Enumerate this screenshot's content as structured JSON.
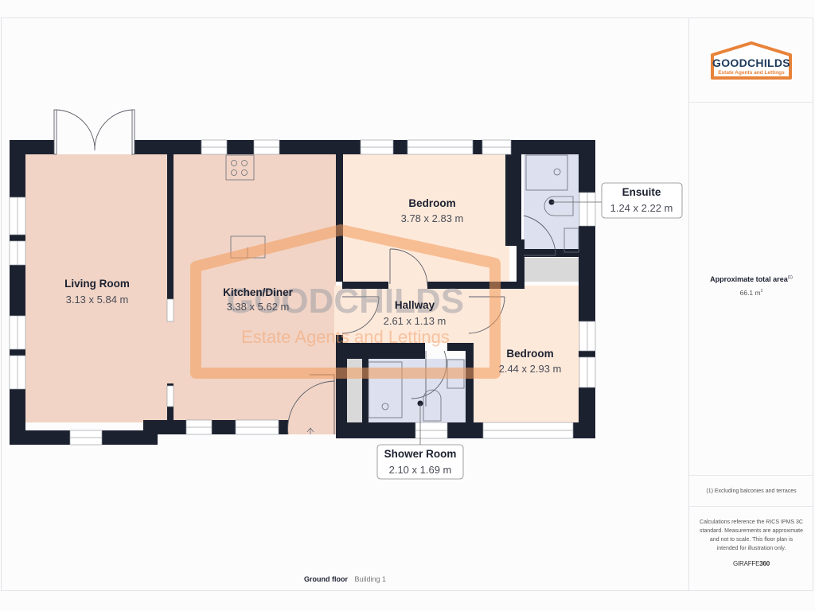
{
  "brand": {
    "name": "GOODCHILDS",
    "tagline": "Estate Agents and Lettings",
    "primary_color": "#1e3a5c",
    "accent_color": "#e8833a"
  },
  "summary": {
    "area_title": "Approximate total area",
    "area_footnote_marker": "(1)",
    "area_value": "66.1 m",
    "area_unit_sup": "2",
    "footnote": "(1) Excluding balconies and terraces",
    "disclaimer": "Calculations reference the RICS IPMS 3C standard. Measurements are approximate and not to scale. This floor plan is intended for illustration only.",
    "provider_prefix": "GIRAFFE",
    "provider_suffix": "360"
  },
  "floor": {
    "name": "Ground floor",
    "building": "Building 1"
  },
  "rooms": [
    {
      "name": "Living Room",
      "dims": "3.13 x 5.84 m"
    },
    {
      "name": "Kitchen/Diner",
      "dims": "3.38 x 5.62 m"
    },
    {
      "name": "Bedroom",
      "dims": "3.78 x 2.83 m"
    },
    {
      "name": "Ensuite",
      "dims": "1.24 x 2.22 m"
    },
    {
      "name": "Hallway",
      "dims": "2.61 x 1.13 m"
    },
    {
      "name": "Bedroom",
      "dims": "2.44 x 2.93 m"
    },
    {
      "name": "Shower Room",
      "dims": "2.10 x 1.69 m"
    }
  ],
  "watermark": {
    "title": "GOODCHILDS",
    "tagline": "Estate Agents and Lettings"
  },
  "colors": {
    "wall": "#1c2130",
    "living_fill": "#f1d4c6",
    "bedroom_fill": "#fde9da",
    "bath_fill": "#dde0ee",
    "storage_fill": "#d9d9d9"
  }
}
